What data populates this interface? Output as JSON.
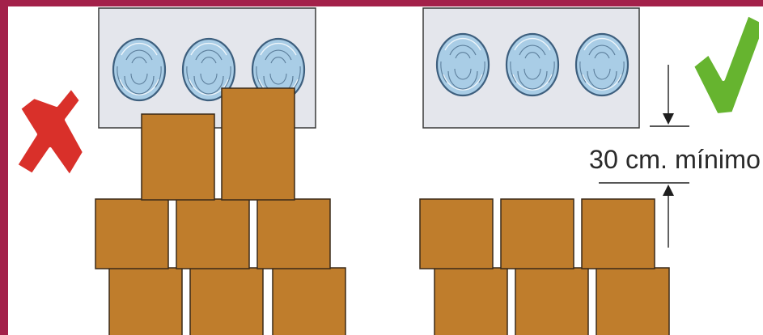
{
  "left_panel": {
    "verdict": "incorrect",
    "verdict_icon": "cross-icon",
    "verdict_color": "#d9302a",
    "vent_count": 3,
    "box_rows": [
      2,
      3,
      3
    ],
    "boxes_touch_unit": true
  },
  "right_panel": {
    "verdict": "correct",
    "verdict_icon": "check-icon",
    "verdict_color": "#66b42f",
    "vent_count": 3,
    "box_rows": [
      3,
      3
    ],
    "boxes_touch_unit": false
  },
  "measurement": {
    "label": "30 cm. mínimo"
  },
  "colors": {
    "frame": "#a3214a",
    "unit_fill": "#e4e6ec",
    "vent_fill": "#a9cde6",
    "vent_ring": "#3d5f7e",
    "box_fill": "#bf7d2c",
    "box_stroke": "#3a2a18"
  }
}
